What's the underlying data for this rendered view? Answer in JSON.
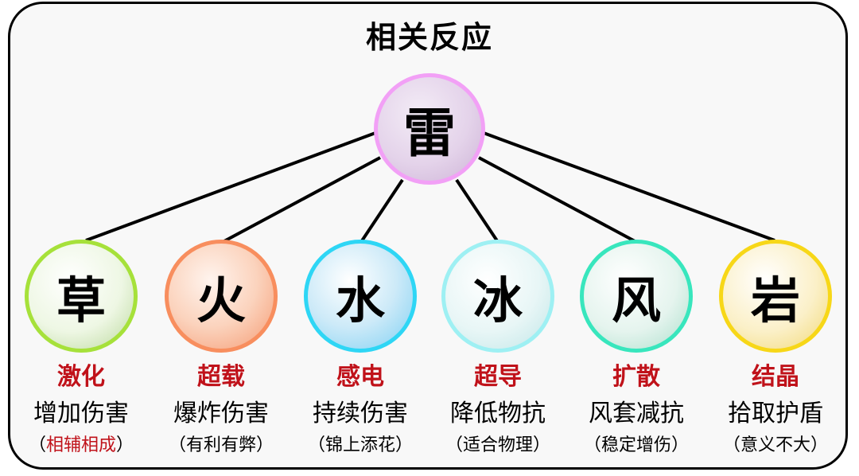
{
  "title": "相关反应",
  "center": {
    "label": "雷",
    "border_color": "#f2a0f6"
  },
  "elements": [
    {
      "label": "草",
      "reaction": "激化",
      "effect": "增加伤害",
      "note": "相辅相成",
      "note_red": true,
      "border_color": "#a6e13a"
    },
    {
      "label": "火",
      "reaction": "超载",
      "effect": "爆炸伤害",
      "note": "有利有弊",
      "note_red": false,
      "border_color": "#f88e5e"
    },
    {
      "label": "水",
      "reaction": "感电",
      "effect": "持续伤害",
      "note": "锦上添花",
      "note_red": false,
      "border_color": "#2ed6f5"
    },
    {
      "label": "冰",
      "reaction": "超导",
      "effect": "降低物抗",
      "note": "适合物理",
      "note_red": false,
      "border_color": "#9ef0f3"
    },
    {
      "label": "风",
      "reaction": "扩散",
      "effect": "风套减抗",
      "note": "稳定增伤",
      "note_red": false,
      "border_color": "#38e6bd"
    },
    {
      "label": "岩",
      "reaction": "结晶",
      "effect": "拾取护盾",
      "note": "意义不大",
      "note_red": false,
      "border_color": "#f7d718"
    }
  ],
  "colors": {
    "reaction_text": "#c0121a",
    "line": "#000000"
  }
}
